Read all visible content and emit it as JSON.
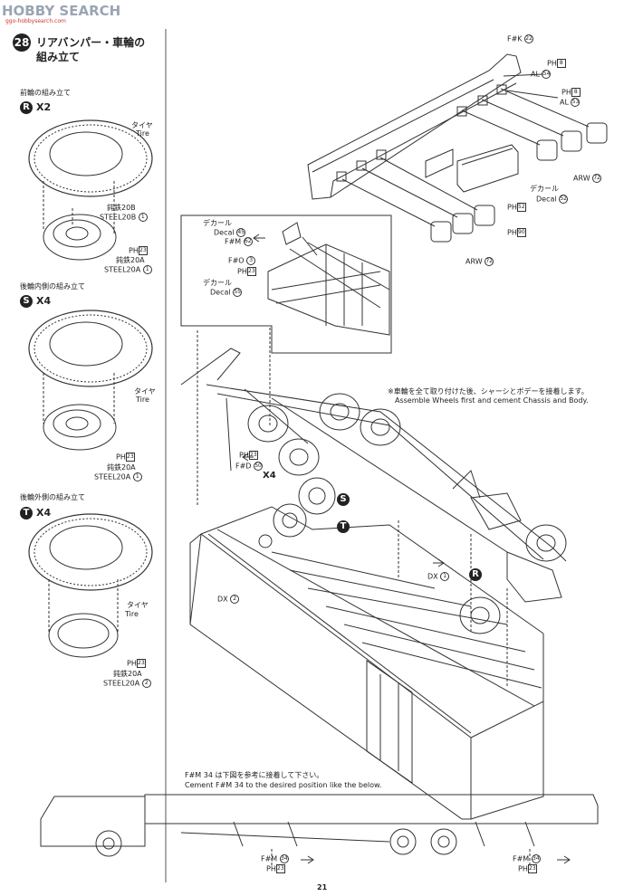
{
  "watermark": {
    "logo_text": "HOBBY SEARCH",
    "site": "ggo-hobbysearch.com"
  },
  "step": {
    "number": "28",
    "title_line1": "リアバンパー・車輪の",
    "title_line2": "組み立て"
  },
  "left_panel": {
    "front": {
      "heading": "前輪の組み立て",
      "letter": "R",
      "qty": "X2",
      "tire_jp": "タイヤ",
      "tire_en": "Tire",
      "steel_b_jp": "鈍鉄20B",
      "steel_b_en": "STEEL20B",
      "steel_b_num": "1",
      "ph": "PH",
      "ph_num": "23",
      "steel_a_jp": "鈍鉄20A",
      "steel_a_en": "STEEL20A",
      "steel_a_num": "1"
    },
    "rear_inner": {
      "heading": "後輪内側の組み立て",
      "letter": "S",
      "qty": "X4",
      "tire_jp": "タイヤ",
      "tire_en": "Tire",
      "ph": "PH",
      "ph_num": "23",
      "steel_jp": "鈍鉄20A",
      "steel_en": "STEEL20A",
      "steel_num": "1"
    },
    "rear_outer": {
      "heading": "後輪外側の組み立て",
      "letter": "T",
      "qty": "X4",
      "tire_jp": "タイヤ",
      "tire_en": "Tire",
      "ph": "PH",
      "ph_num": "23",
      "steel_jp": "鈍鉄20A",
      "steel_en": "STEEL20A",
      "steel_num": "2"
    }
  },
  "bumper": {
    "fk": "F#K",
    "fk_num": "22",
    "ph1": "PH",
    "ph1_num": "8",
    "al1": "AL",
    "al1_num": "54",
    "ph2": "PH",
    "ph2_num": "8",
    "al2": "AL",
    "al2_num": "53",
    "arw1": "ARW",
    "arw1_num": "72",
    "decal_jp": "デカール",
    "decal_en": "Decal",
    "decal_num": "52",
    "ph3": "PH",
    "ph3_num": "52",
    "ph4": "PH",
    "ph4_num": "90",
    "arw2": "ARW",
    "arw2_num": "72"
  },
  "inset": {
    "decal1_jp": "デカール",
    "decal1_en": "Decal",
    "decal1_num": "45",
    "fm": "F#M",
    "fm_num": "62",
    "fo": "F#O",
    "fo_num": "3",
    "ph": "PH",
    "ph_num": "23",
    "decal2_jp": "デカール",
    "decal2_en": "Decal",
    "decal2_num": "55"
  },
  "note": {
    "jp": "※車輪を全て取り付けた後、シャーシとボデーを接着します。",
    "en": "Assemble Wheels first and cement Chassis and Body."
  },
  "main": {
    "ph": "PH",
    "ph_num": "23",
    "fd": "F#D",
    "fd_num": "50",
    "x4": "X4",
    "s": "S",
    "t": "T",
    "r": "R",
    "dx1": "DX",
    "dx1_num": "1",
    "dx2": "DX",
    "dx2_num": "2"
  },
  "bottom": {
    "jp": "F#M 34 は下図を参考に接着して下さい。",
    "en": "Cement F#M 34 to the desired position like the below.",
    "fm1": "F#M",
    "fm1_num": "34",
    "ph1": "PH",
    "ph1_num": "23",
    "fm2": "F#M",
    "fm2_num": "34",
    "ph2": "PH",
    "ph2_num": "23"
  },
  "page_number": "21"
}
